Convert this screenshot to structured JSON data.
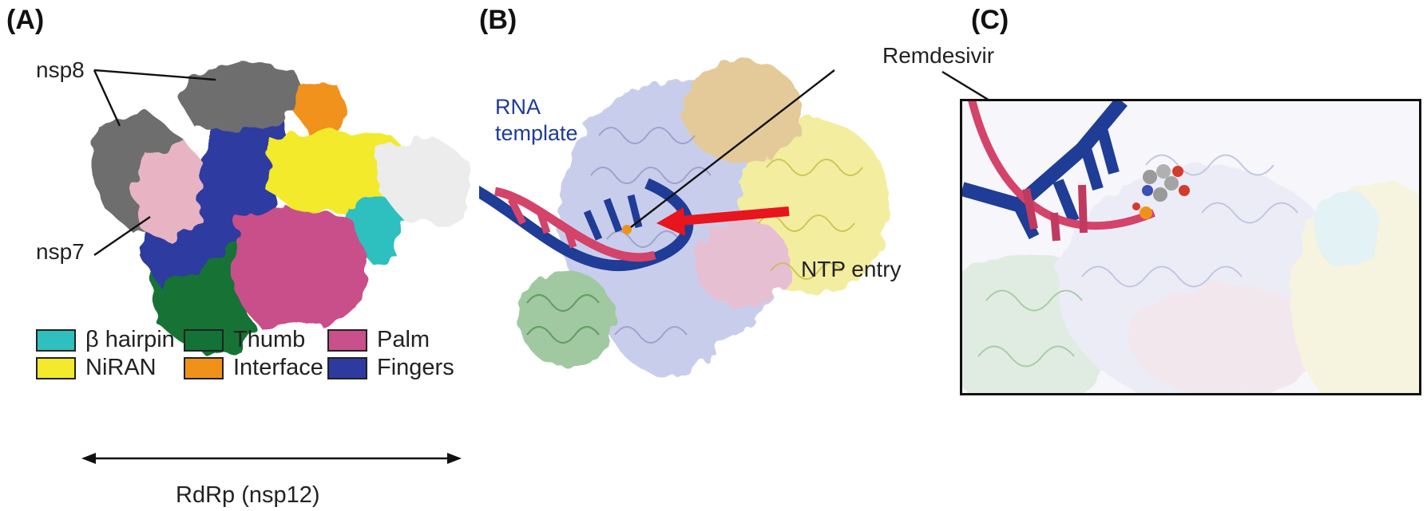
{
  "panels": {
    "a": {
      "label": "(A)",
      "callouts": {
        "nsp8": "nsp8",
        "nsp7": "nsp7"
      },
      "legend": [
        {
          "label": "β hairpin",
          "color": "#2fbfbf"
        },
        {
          "label": "NiRAN",
          "color": "#f2ea2a"
        },
        {
          "label": "Thumb",
          "color": "#137336"
        },
        {
          "label": "Interface",
          "color": "#f0921a"
        },
        {
          "label": "Palm",
          "color": "#c9508a"
        },
        {
          "label": "Fingers",
          "color": "#2f3aa0"
        }
      ],
      "span_label": "RdRp (nsp12)"
    },
    "b": {
      "label": "(B)",
      "rna_template": [
        "RNA",
        "template"
      ],
      "ntp_entry": "NTP entry"
    },
    "c": {
      "label": "(C)",
      "remdesivir": "Remdesivir"
    }
  },
  "colors": {
    "nsp8": "#6e6e6e",
    "nsp7": "#e8b4c3",
    "rna_template": "#1f3c96",
    "rna_primer": "#d4436a",
    "arrow": "#e8141e"
  }
}
